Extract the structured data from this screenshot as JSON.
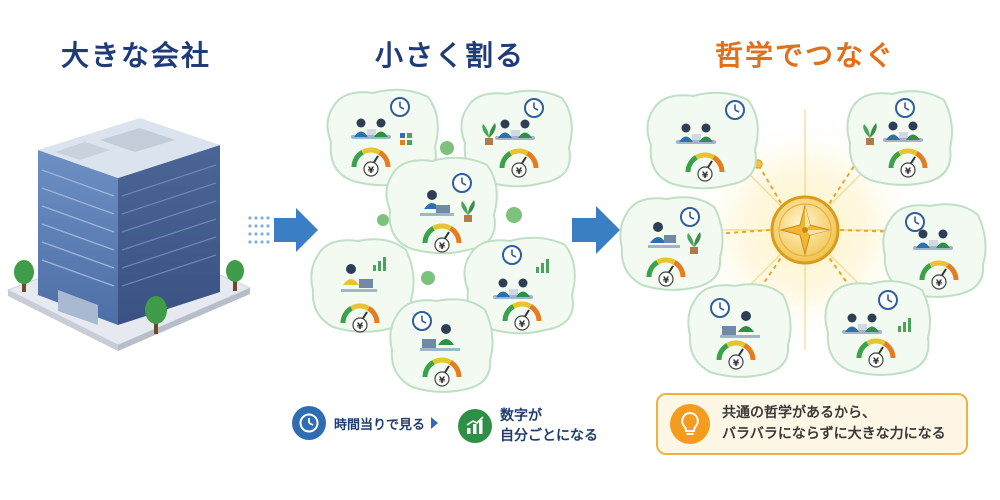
{
  "headings": {
    "left": {
      "text": "大きな会社",
      "color": "#1f3c78"
    },
    "middle": {
      "text": "小さく割る",
      "color": "#1f3c78"
    },
    "right": {
      "text": "哲学でつなぐ",
      "color": "#e0701c"
    }
  },
  "legend": {
    "time_text": "時間当りで見る",
    "number_line1": "数字が",
    "number_line2": "自分ごとになる"
  },
  "note": {
    "line1": "共通の哲学があるから、",
    "line2": "バラバラにならずに大きな力になる"
  },
  "gauge_symbol": "¥",
  "colors": {
    "heading_blue": "#1f3c78",
    "heading_orange": "#e0701c",
    "arrow_blue": "#3a7fc4",
    "cell_border": "#bfe0c4",
    "cell_fill": "#f2faf2",
    "gold": "#e5a824"
  },
  "icons": [
    "clock-icon",
    "yen-gauge-icon",
    "bar-chart-icon",
    "plant-icon",
    "laptop-icon",
    "compass-icon",
    "lightbulb-icon",
    "building-icon",
    "tree-icon"
  ]
}
